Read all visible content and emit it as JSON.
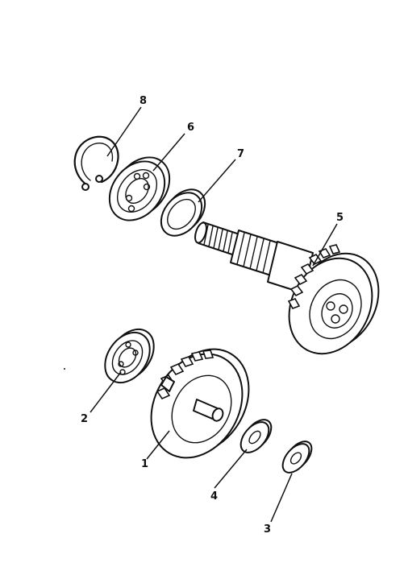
{
  "diagram": {
    "callouts": [
      {
        "id": "callout-8",
        "label": "8"
      },
      {
        "id": "callout-6",
        "label": "6"
      },
      {
        "id": "callout-7",
        "label": "7"
      },
      {
        "id": "callout-5",
        "label": "5"
      },
      {
        "id": "callout-2",
        "label": "2"
      },
      {
        "id": "callout-1",
        "label": "1"
      },
      {
        "id": "callout-4",
        "label": "4"
      },
      {
        "id": "callout-3",
        "label": "3"
      }
    ]
  }
}
